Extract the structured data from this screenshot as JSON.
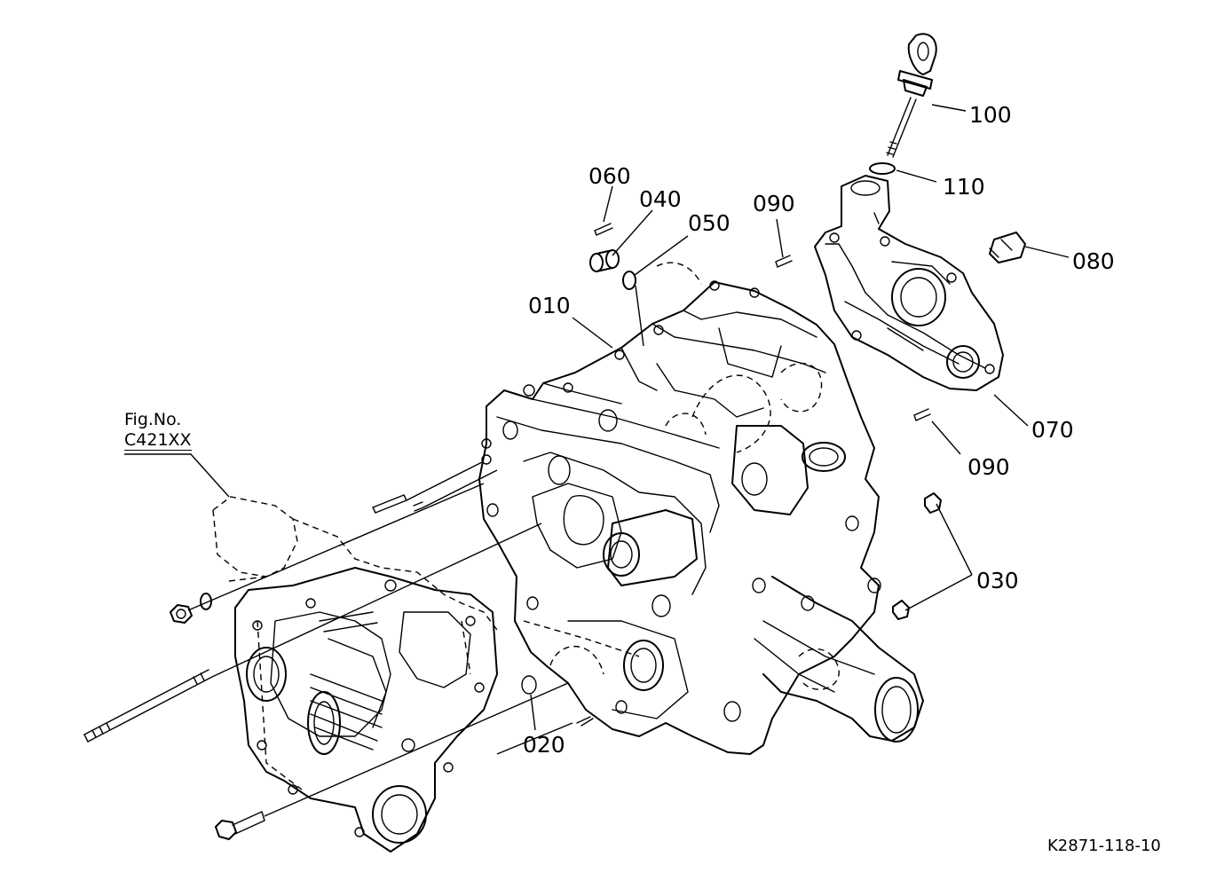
{
  "diagram": {
    "callouts": [
      {
        "id": "c100",
        "text": "100"
      },
      {
        "id": "c110",
        "text": "110"
      },
      {
        "id": "c060",
        "text": "060"
      },
      {
        "id": "c040",
        "text": "040"
      },
      {
        "id": "c050",
        "text": "050"
      },
      {
        "id": "c090a",
        "text": "090"
      },
      {
        "id": "c080",
        "text": "080"
      },
      {
        "id": "c010",
        "text": "010"
      },
      {
        "id": "c070",
        "text": "070"
      },
      {
        "id": "c090b",
        "text": "090"
      },
      {
        "id": "c030",
        "text": "030"
      },
      {
        "id": "c020",
        "text": "020"
      }
    ],
    "reference": {
      "label": "Fig.No.",
      "code": "C421XX"
    },
    "document_id": "K2871-118-10"
  }
}
